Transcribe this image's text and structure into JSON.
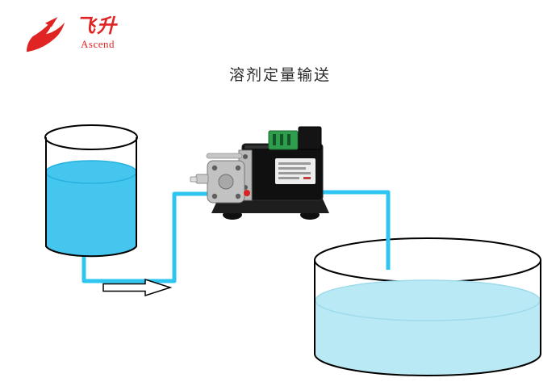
{
  "page": {
    "background": "#ffffff"
  },
  "logo": {
    "brand_cn": "飞升",
    "brand_en": "Ascend",
    "color": "#e02424"
  },
  "title": {
    "text": "溶剂定量输送",
    "color": "#2b2b2b"
  },
  "diagram": {
    "colors": {
      "tube": "#2fc5f1",
      "small_tank_liquid": "#45c6ef",
      "small_tank_surface_line": "#27b2de",
      "large_tank_liquid": "#b9e9f4",
      "large_tank_surface_line": "#9ddbec",
      "outline": "#000000",
      "pump_connector_green": "#2f9e4c",
      "flow_arrow_fill": "#ffffff"
    }
  }
}
